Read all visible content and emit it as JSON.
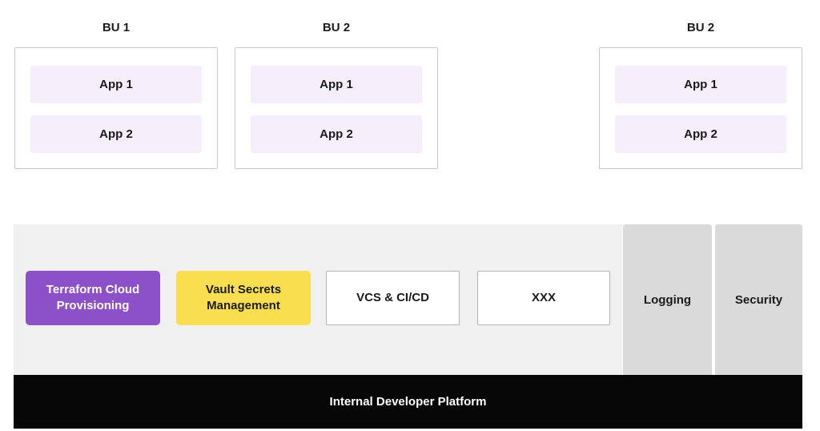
{
  "business_units": [
    {
      "label": "BU 1",
      "apps": [
        "App 1",
        "App 2"
      ]
    },
    {
      "label": "BU 2",
      "apps": [
        "App 1",
        "App 2"
      ]
    },
    {
      "label": "BU 2",
      "apps": [
        "App 1",
        "App 2"
      ]
    }
  ],
  "platform": {
    "services": [
      {
        "label": "Terraform Cloud Provisioning",
        "variant": "terraform"
      },
      {
        "label": "Vault Secrets Management",
        "variant": "vault"
      },
      {
        "label": "VCS & CI/CD",
        "variant": "outline"
      },
      {
        "label": "XXX",
        "variant": "outline"
      }
    ],
    "pillars": [
      {
        "label": "Logging"
      },
      {
        "label": "Security"
      }
    ],
    "base_label": "Internal Developer Platform"
  },
  "colors": {
    "terraform-purple": "#8C50C8",
    "vault-yellow": "#F9DF50",
    "app-lavender": "#F5EEFB",
    "platform-gray": "#F0F0F0",
    "column-gray": "#DADADA",
    "idp-black": "#060606",
    "bu-border": "#C9C9C9",
    "outline-border": "#B3B3B3",
    "text-dark": "#1B1B1B",
    "text-light": "#FFFFFF"
  }
}
